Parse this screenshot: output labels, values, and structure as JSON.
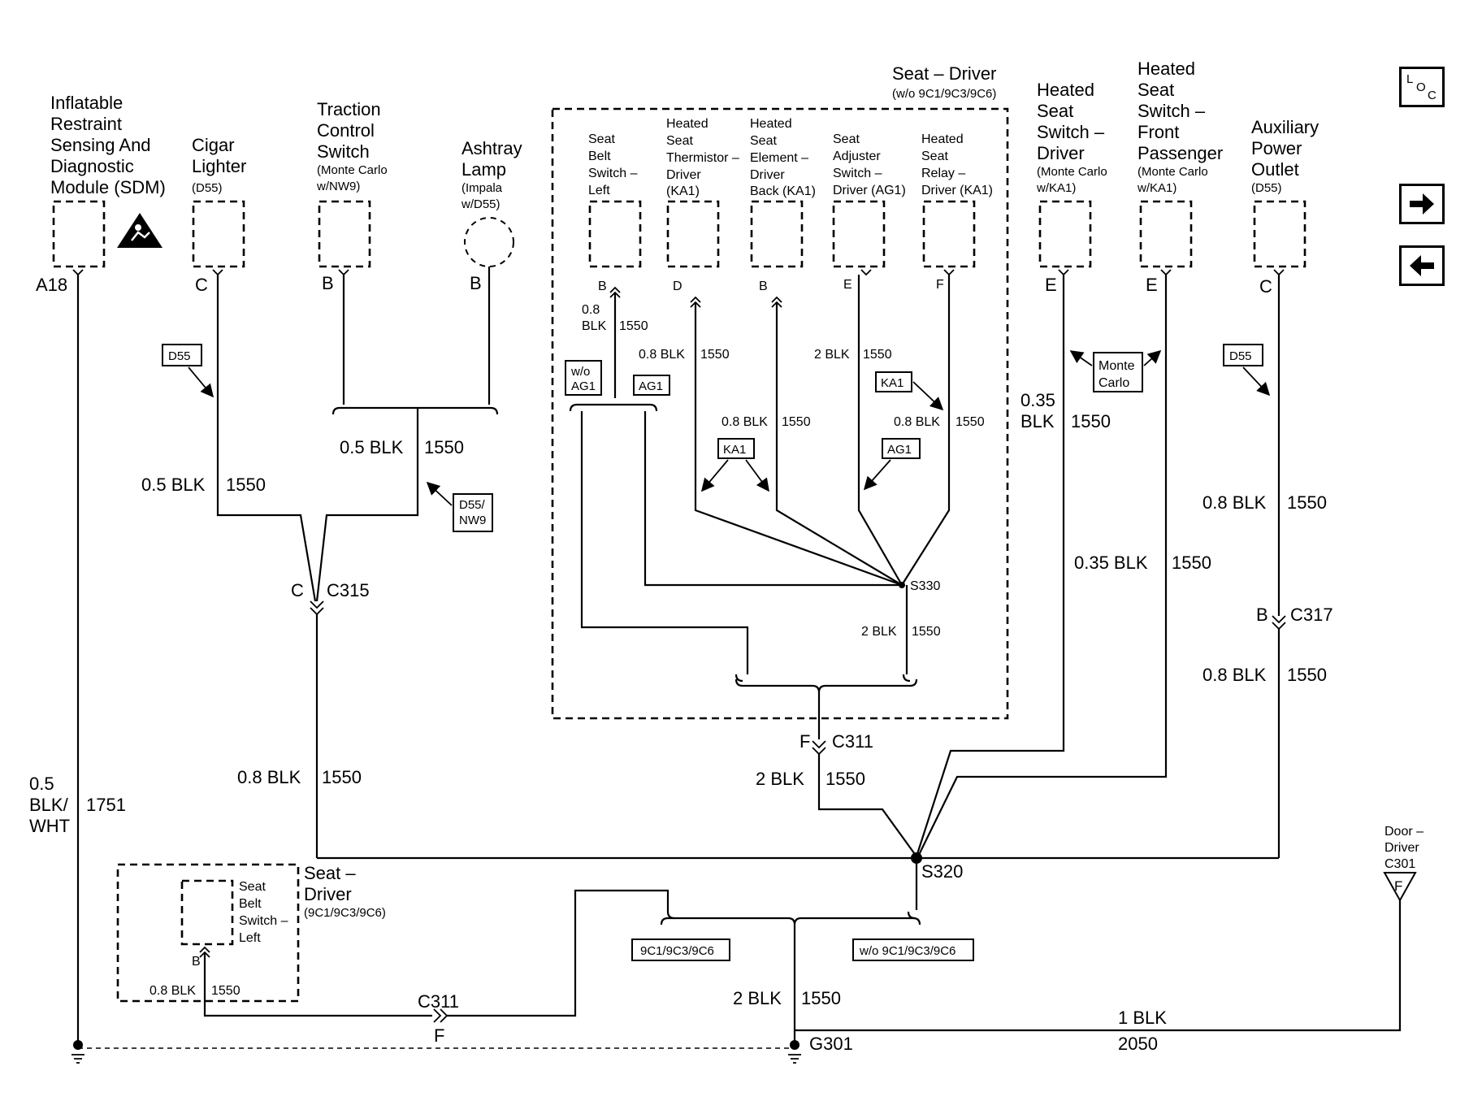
{
  "components": {
    "sdm": [
      "Inflatable",
      "Restraint",
      "Sensing And",
      "Diagnostic",
      "Module (SDM)"
    ],
    "cigar": [
      "Cigar",
      "Lighter",
      "(D55)"
    ],
    "traction": [
      "Traction",
      "Control",
      "Switch",
      "(Monte Carlo",
      "w/NW9)"
    ],
    "ashtray": [
      "Ashtray",
      "Lamp",
      "(Impala",
      "w/D55)"
    ],
    "seat_driver_title": "Seat – Driver",
    "seat_driver_sub": "(w/o 9C1/9C3/9C6)",
    "seatbelt": [
      "Seat",
      "Belt",
      "Switch –",
      "Left"
    ],
    "thermistor": [
      "Heated",
      "Seat",
      "Thermistor –",
      "Driver",
      "(KA1)"
    ],
    "element": [
      "Heated",
      "Seat",
      "Element –",
      "Driver",
      "Back (KA1)"
    ],
    "adjuster": [
      "Seat",
      "Adjuster",
      "Switch –",
      "Driver (AG1)"
    ],
    "relay": [
      "Heated",
      "Seat",
      "Relay –",
      "Driver (KA1)"
    ],
    "hs_driver": [
      "Heated",
      "Seat",
      "Switch –",
      "Driver",
      "(Monte Carlo",
      "w/KA1)"
    ],
    "hs_pass": [
      "Heated",
      "Seat",
      "Switch –",
      "Front",
      "Passenger",
      "(Monte Carlo",
      "w/KA1)"
    ],
    "aux": [
      "Auxiliary",
      "Power",
      "Outlet",
      "(D55)"
    ],
    "seat_driver2_title": [
      "Seat –",
      "Driver"
    ],
    "seat_driver2_sub": "(9C1/9C3/9C6)",
    "seatbelt2": [
      "Seat",
      "Belt",
      "Switch –",
      "Left"
    ],
    "door": [
      "Door –",
      "Driver",
      "C301"
    ]
  },
  "pins": {
    "sdm": "A18",
    "cigar": "C",
    "traction": "B",
    "ashtray": "B",
    "seatbelt": "B",
    "thermistor": "D",
    "element": "B",
    "adjuster": "E",
    "relay": "F",
    "hs_driver": "E",
    "hs_pass": "E",
    "aux": "C",
    "seatbelt2": "B",
    "door": "F"
  },
  "wires": {
    "sdm": [
      "0.5",
      "BLK/",
      "WHT",
      "1751"
    ],
    "cigar": [
      "0.5 BLK",
      "1550"
    ],
    "traction": [
      "0.5 BLK",
      "1550"
    ],
    "c315_out": [
      "0.8 BLK",
      "1550"
    ],
    "seatbelt": [
      "0.8",
      "BLK",
      "1550"
    ],
    "thermistor_top": [
      "0.8 BLK",
      "1550"
    ],
    "adjuster_top": [
      "2 BLK",
      "1550"
    ],
    "element_mid": [
      "0.8 BLK",
      "1550"
    ],
    "relay_mid": [
      "0.8 BLK",
      "1550"
    ],
    "s330_out": [
      "2 BLK",
      "1550"
    ],
    "c311_out": [
      "2 BLK",
      "1550"
    ],
    "hs_driver": [
      "0.35",
      "BLK",
      "1550"
    ],
    "hs_pass": [
      "0.35 BLK",
      "1550"
    ],
    "aux_top": [
      "0.8 BLK",
      "1550"
    ],
    "aux_bottom": [
      "0.8 BLK",
      "1550"
    ],
    "seatbelt2": [
      "0.8 BLK",
      "1550"
    ],
    "ground": [
      "2 BLK",
      "1550"
    ],
    "door": [
      "1 BLK",
      "2050"
    ]
  },
  "connectors": {
    "c315": [
      "C",
      "C315"
    ],
    "c311": [
      "F",
      "C311"
    ],
    "c317": [
      "B",
      "C317"
    ],
    "c311b": [
      "C311",
      "F"
    ]
  },
  "splices": {
    "s330": "S330",
    "s320": "S320",
    "g301": "G301"
  },
  "options": {
    "d55": "D55",
    "d55_nw9": [
      "D55/",
      "NW9"
    ],
    "wo_ag1": [
      "w/o",
      "AG1"
    ],
    "ag1": "AG1",
    "ka1": "KA1",
    "monte_carlo": [
      "Monte",
      "Carlo"
    ],
    "opt_9c": "9C1/9C3/9C6",
    "opt_wo_9c": "w/o 9C1/9C3/9C6"
  },
  "nav": {
    "loc": "LOC",
    "next": "next-arrow-icon",
    "prev": "prev-arrow-icon"
  }
}
